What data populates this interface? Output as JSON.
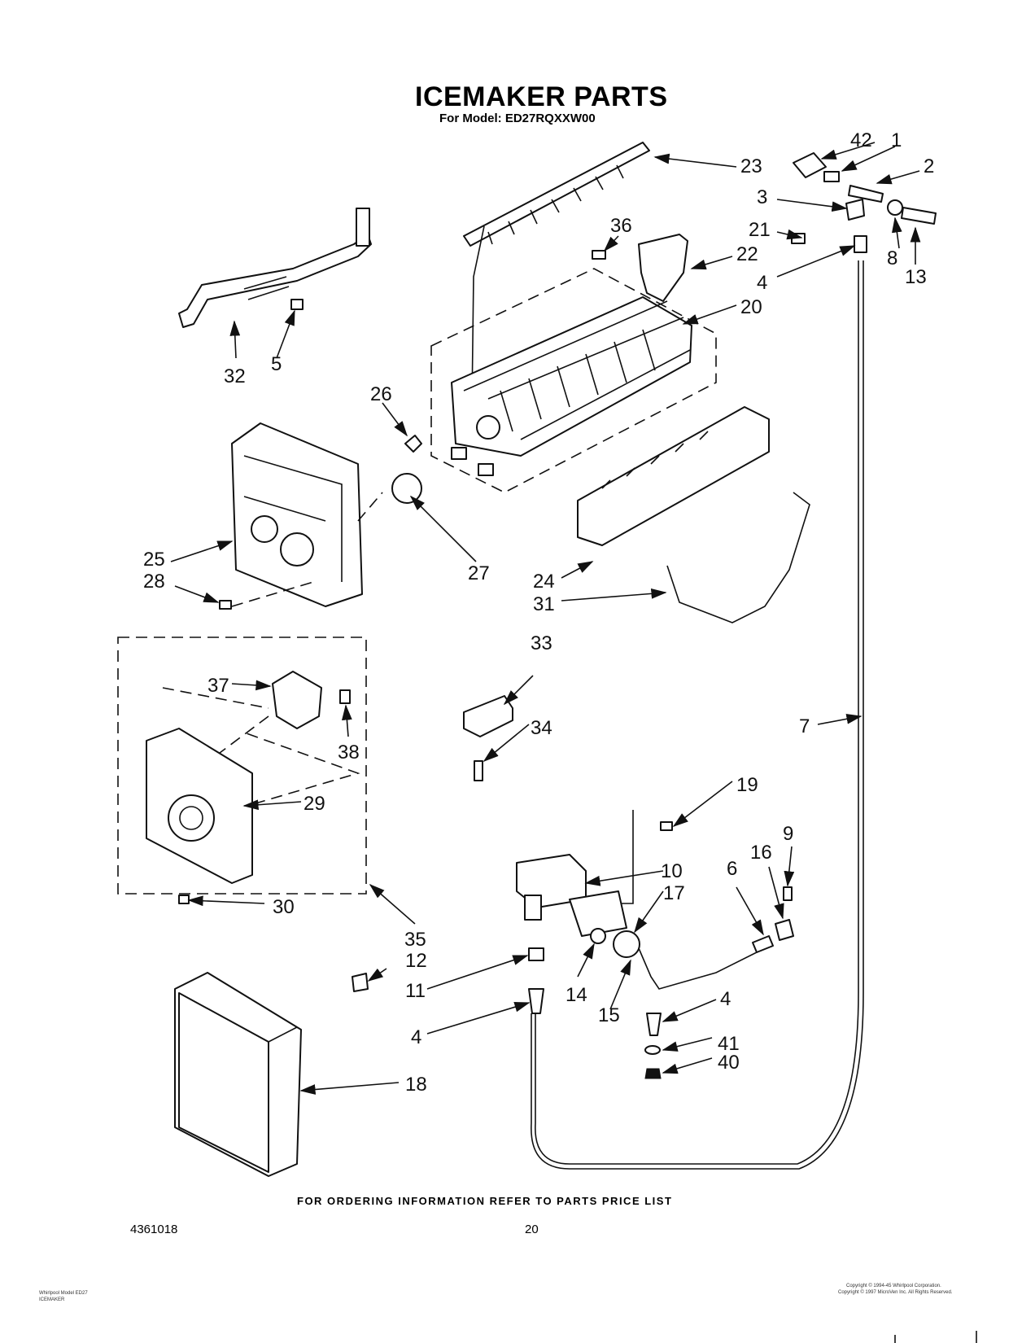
{
  "title": "ICEMAKER PARTS",
  "subtitle": "For Model: ED27RQXXW00",
  "footer_note": "FOR ORDERING INFORMATION REFER TO PARTS PRICE LIST",
  "doc_number": "4361018",
  "page_number": "20",
  "corner_left": [
    "Whirlpool Model ED27",
    "ICEMAKER"
  ],
  "corner_right": [
    "Copyright © 1994-45 Whirlpool Corporation.",
    "Copyright © 1997 MicroVen Inc. All Rights Reserved."
  ],
  "callouts": [
    "42",
    "1",
    "2",
    "23",
    "3",
    "21",
    "8",
    "13",
    "36",
    "22",
    "4",
    "20",
    "32",
    "5",
    "26",
    "25",
    "28",
    "27",
    "24",
    "31",
    "37",
    "38",
    "33",
    "34",
    "29",
    "7",
    "30",
    "35",
    "19",
    "9",
    "16",
    "10",
    "6",
    "17",
    "12",
    "11",
    "14",
    "15",
    "41",
    "40",
    "18"
  ]
}
